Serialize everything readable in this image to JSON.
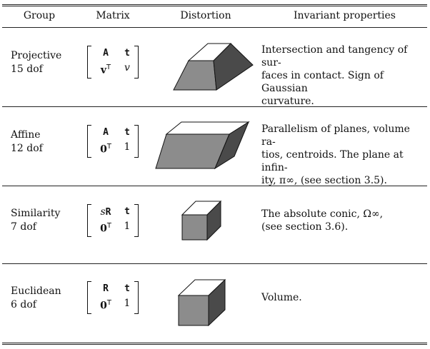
{
  "header": {
    "group": "Group",
    "matrix": "Matrix",
    "distortion": "Distortion",
    "invariant": "Invariant properties"
  },
  "rows": [
    {
      "group_name": "Projective",
      "dof": "15 dof",
      "matrix": {
        "r1c1": "A",
        "r1c2": "t",
        "r2c1": "v",
        "r2c1_sup": "T",
        "r2c2": "v"
      },
      "props_lines": [
        "Intersection and tangency of sur-",
        "faces in contact. Sign of Gaussian",
        "curvature."
      ]
    },
    {
      "group_name": "Affine",
      "dof": "12 dof",
      "matrix": {
        "r1c1": "A",
        "r1c2": "t",
        "r2c1": "0",
        "r2c1_sup": "T",
        "r2c2": "1"
      },
      "props_lines": [
        "Parallelism of planes, volume ra-",
        "tios, centroids. The plane at infin-",
        "ity, π∞, (see section 3.5)."
      ]
    },
    {
      "group_name": "Similarity",
      "dof": "7 dof",
      "matrix": {
        "r1c1_s": "s",
        "r1c1": "R",
        "r1c2": "t",
        "r2c1": "0",
        "r2c1_sup": "T",
        "r2c2": "1"
      },
      "props_lines": [
        "The absolute conic, Ω∞,",
        "(see section 3.6)."
      ]
    },
    {
      "group_name": "Euclidean",
      "dof": "6 dof",
      "matrix": {
        "r1c1": "R",
        "r1c2": "t",
        "r2c1": "0",
        "r2c1_sup": "T",
        "r2c2": "1"
      },
      "props_lines": [
        "Volume."
      ]
    }
  ],
  "colors": {
    "top_face": "#ffffff",
    "front_face": "#8c8c8c",
    "side_face": "#4a4a4a",
    "edge": "#111111"
  }
}
